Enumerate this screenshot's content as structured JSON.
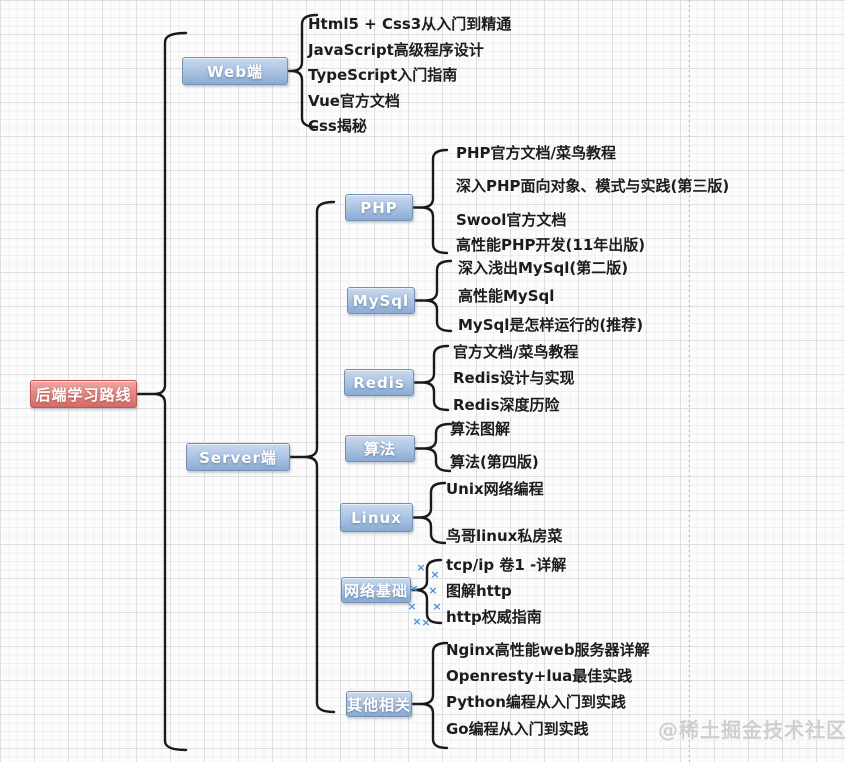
{
  "page": {
    "watermark": "@稀土掘金技术社区"
  },
  "icons": {
    "x_marker": "×"
  },
  "colors": {
    "root_fill_top": "#efa9a4",
    "root_fill_bottom": "#d66a64",
    "root_border": "#c05552",
    "node_fill_top": "#cbdaee",
    "node_fill_bottom": "#8aabd4",
    "node_border": "#7590b4",
    "edge": "#1a1a1a",
    "leaf_text": "#1c1c1c",
    "marker_blue": "#4a90d9",
    "watermark_gray": "#cbcbcb",
    "grid_minor": "#f0f0f0",
    "grid_major": "#dedede"
  },
  "root": {
    "label": "后端学习路线"
  },
  "branches": [
    {
      "id": "web",
      "label": "Web端",
      "children": [
        "Html5 + Css3从入门到精通",
        "JavaScript高级程序设计",
        "TypeScript入门指南",
        "Vue官方文档",
        "Css揭秘"
      ]
    },
    {
      "id": "server",
      "label": "Server端",
      "groups": [
        {
          "id": "php",
          "label": "PHP",
          "children": [
            "PHP官方文档/菜鸟教程",
            "深入PHP面向对象、模式与实践(第三版)",
            "Swool官方文档",
            "高性能PHP开发(11年出版)"
          ]
        },
        {
          "id": "mysql",
          "label": "MySql",
          "children": [
            "深入浅出MySql(第二版)",
            "高性能MySql",
            "MySql是怎样运行的(推荐)"
          ]
        },
        {
          "id": "redis",
          "label": "Redis",
          "children": [
            "官方文档/菜鸟教程",
            "Redis设计与实现",
            "Redis深度历险"
          ]
        },
        {
          "id": "suanfa",
          "label": "算法",
          "children": [
            "算法图解",
            "算法(第四版)"
          ]
        },
        {
          "id": "linux",
          "label": "Linux",
          "children": [
            "Unix网络编程",
            "鸟哥linux私房菜"
          ]
        },
        {
          "id": "wangluo",
          "label": "网络基础",
          "children": [
            "tcp/ip 卷1 -详解",
            "图解http",
            "http权威指南"
          ]
        },
        {
          "id": "qita",
          "label": "其他相关",
          "children": [
            "Nginx高性能web服务器详解",
            "Openresty+lua最佳实践",
            "Python编程从入门到实践",
            "Go编程从入门到实践"
          ]
        }
      ]
    }
  ]
}
